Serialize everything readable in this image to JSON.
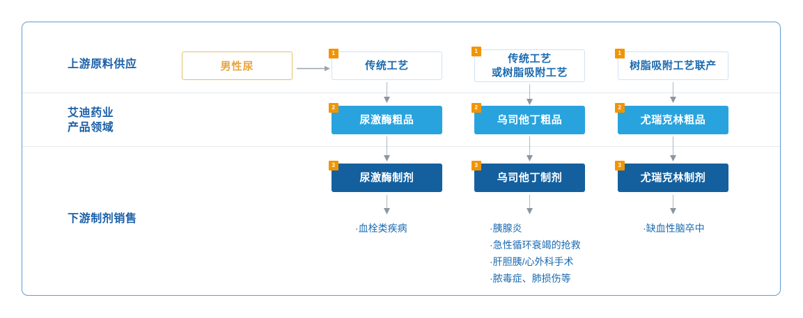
{
  "frame": {
    "border_color": "#5b9bd5",
    "divider_color": "#e3e9ee"
  },
  "colors": {
    "label_blue": "#1a5fa8",
    "tier1_text": "#1a6ab0",
    "tier1_border": "#cfe2f3",
    "tier2_fill": "#29a3de",
    "tier3_fill": "#14609f",
    "badge_orange": "#f29400",
    "source_border": "#e3c06a",
    "source_text": "#e8a33d",
    "arrow_gray": "#9aa4ad"
  },
  "rows": {
    "upstream_label": "上游原料供应",
    "company_label": "艾迪药业\n产品领域",
    "downstream_label": "下游制剂销售"
  },
  "source": {
    "label": "男性尿"
  },
  "columns": [
    {
      "id": "urokinase",
      "tier1": {
        "badge": "1",
        "label": "传统工艺"
      },
      "tier2": {
        "badge": "2",
        "label": "尿激酶粗品"
      },
      "tier3": {
        "badge": "3",
        "label": "尿激酶制剂"
      },
      "indications": [
        "·血栓类疾病"
      ]
    },
    {
      "id": "ulinastatin",
      "tier1": {
        "badge": "1",
        "label": "传统工艺\n或树脂吸附工艺"
      },
      "tier2": {
        "badge": "2",
        "label": "乌司他丁粗品"
      },
      "tier3": {
        "badge": "3",
        "label": "乌司他丁制剂"
      },
      "indications": [
        "·胰腺炎",
        "·急性循环衰竭的抢救",
        "·肝胆胰/心外科手术",
        "·脓毒症、肺损伤等"
      ]
    },
    {
      "id": "kallidinogenase",
      "tier1": {
        "badge": "1",
        "label": "树脂吸附工艺联产"
      },
      "tier2": {
        "badge": "2",
        "label": "尤瑞克林粗品"
      },
      "tier3": {
        "badge": "3",
        "label": "尤瑞克林制剂"
      },
      "indications": [
        "·缺血性脑卒中"
      ]
    }
  ]
}
